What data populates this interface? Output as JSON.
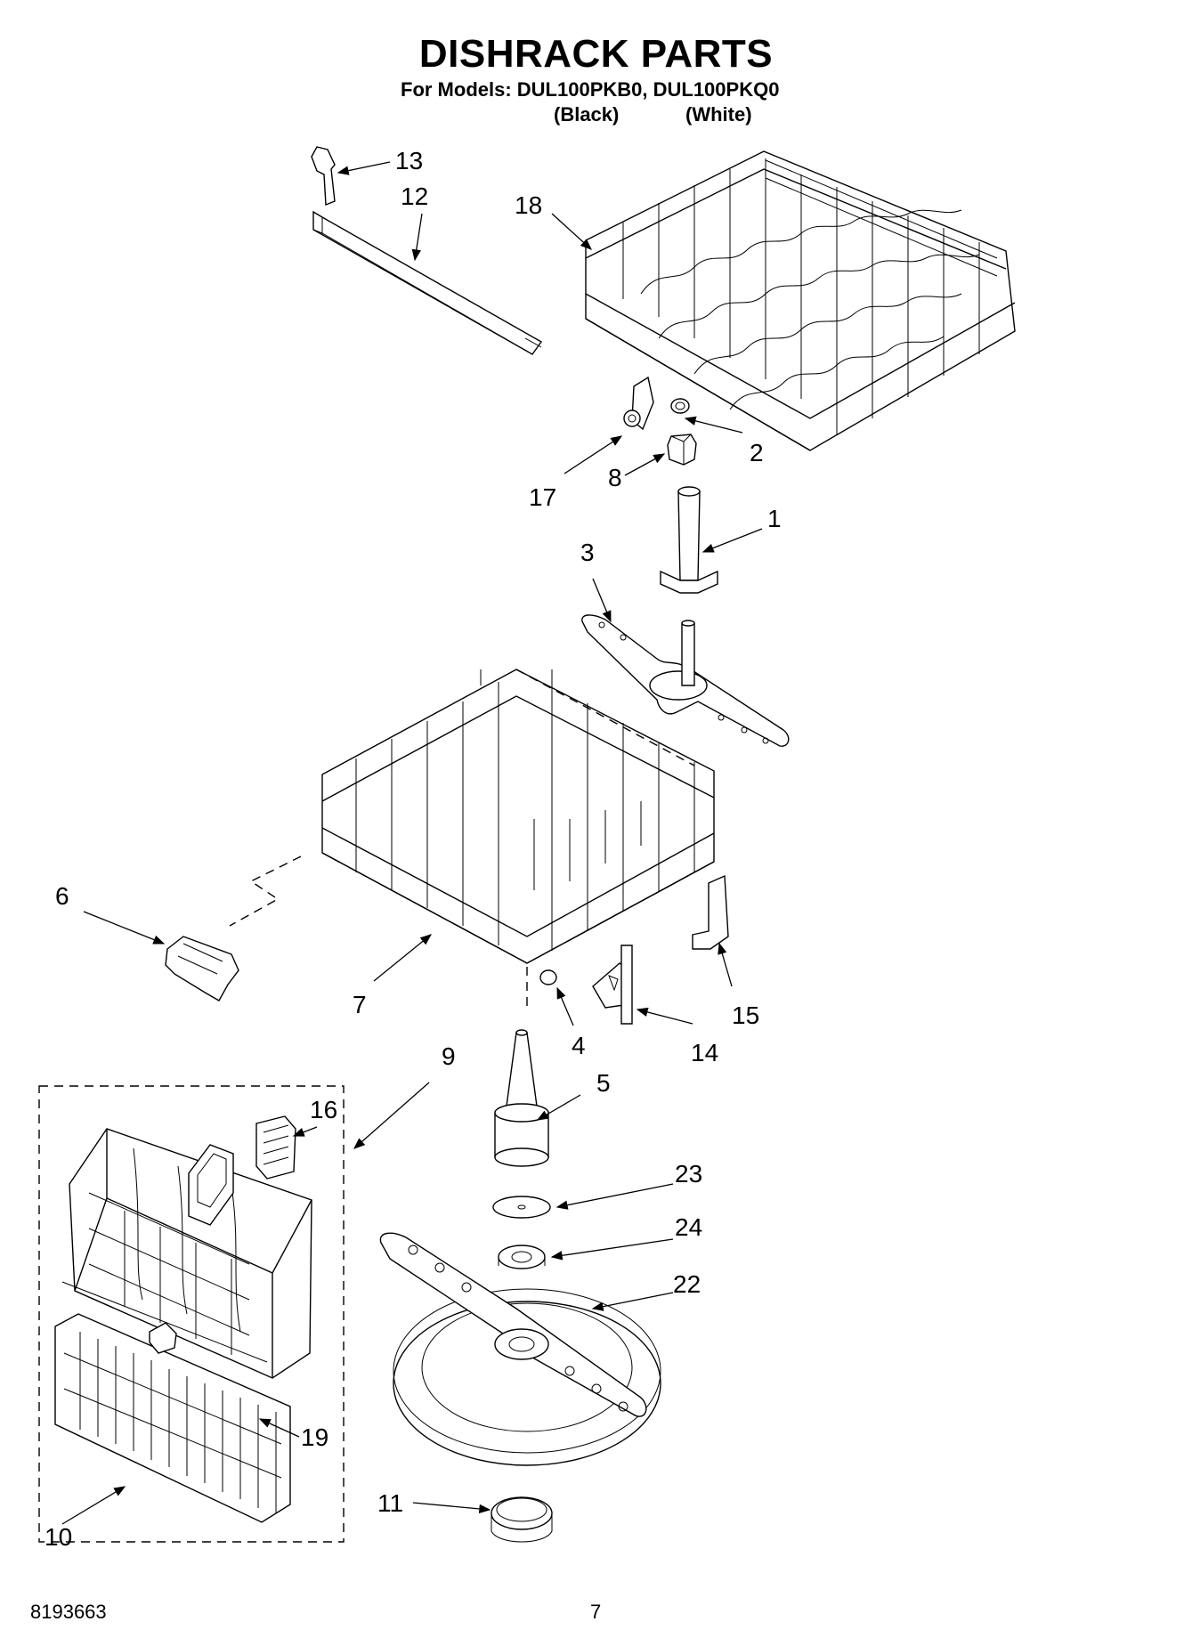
{
  "header": {
    "title": "DISHRACK PARTS",
    "subtitle": "For Models: DUL100PKB0, DUL100PKQ0",
    "variant_black": "(Black)",
    "variant_white": "(White)"
  },
  "callouts": [
    "1",
    "2",
    "3",
    "4",
    "5",
    "6",
    "7",
    "8",
    "9",
    "10",
    "11",
    "12",
    "13",
    "14",
    "15",
    "16",
    "17",
    "18",
    "19",
    "22",
    "23",
    "24"
  ],
  "footer": {
    "part_number": "8193663",
    "page_number": "7"
  }
}
